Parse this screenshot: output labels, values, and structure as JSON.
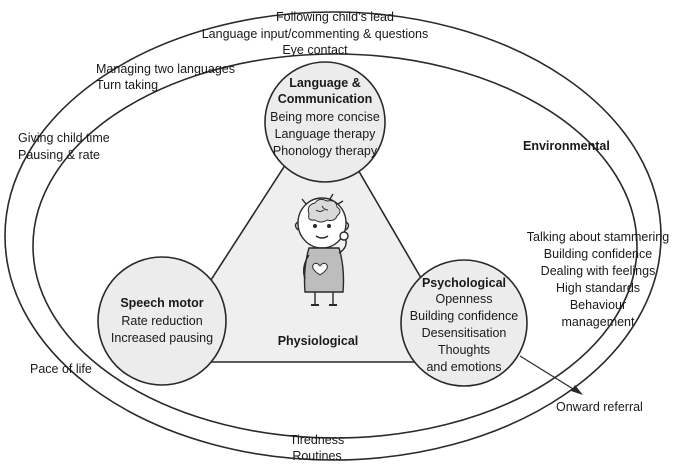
{
  "diagram": {
    "top_strategies": [
      "Following child’s lead",
      "Language input/commenting & questions",
      "Eye contact"
    ],
    "left_strategies_a": [
      "Managing two languages",
      "Turn taking"
    ],
    "left_strategies_b": [
      "Giving child time",
      "Pausing & rate"
    ],
    "environmental": {
      "title": "Environmental",
      "items": [
        "Talking about stammering",
        "Building confidence",
        "Dealing with feelings",
        "High standards",
        "Behaviour",
        "management"
      ]
    },
    "language": {
      "title_lines": [
        "Language &",
        "Communication"
      ],
      "items": [
        "Being more concise",
        "Language therapy",
        "Phonology therapy"
      ]
    },
    "speech_motor": {
      "title": "Speech motor",
      "items": [
        "Rate reduction",
        "Increased pausing"
      ]
    },
    "psychological": {
      "title": "Psychological",
      "items": [
        "Openness",
        "Building confidence",
        "Desensitisation",
        "Thoughts",
        "and emotions"
      ]
    },
    "physiological": "Physiological",
    "pace_of_life": "Pace of life",
    "onward_referral": "Onward referral",
    "bottom_strategies": [
      "Tiredness",
      "Routines"
    ]
  }
}
